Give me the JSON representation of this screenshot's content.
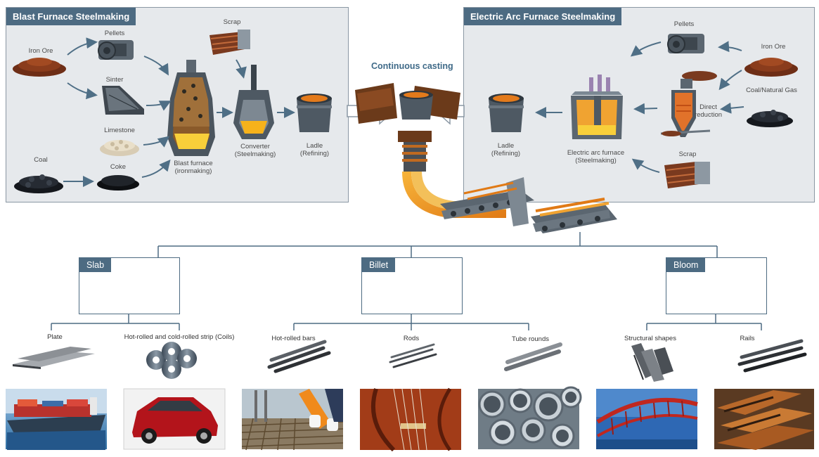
{
  "blast_furnace": {
    "title": "Blast Furnace Steelmaking",
    "iron_ore": "Iron Ore",
    "pellets": "Pellets",
    "sinter": "Sinter",
    "limestone": "Limestone",
    "coal": "Coal",
    "coke": "Coke",
    "scrap": "Scrap",
    "blast_furnace_line1": "Blast furnace",
    "blast_furnace_line2": "(ironmaking)",
    "converter_line1": "Converter",
    "converter_line2": "(Steelmaking)",
    "ladle_line1": "Ladle",
    "ladle_line2": "(Refining)"
  },
  "continuous_casting": {
    "title": "Continuous casting"
  },
  "electric_arc": {
    "title": "Electric Arc Furnace Steelmaking",
    "pellets": "Pellets",
    "iron_ore": "Iron Ore",
    "coal_gas": "Coal/Natural Gas",
    "direct_line1": "Direct",
    "direct_line2": "reduction",
    "scrap": "Scrap",
    "eaf_line1": "Electric arc furnace",
    "eaf_line2": "(Steelmaking)",
    "ladle_line1": "Ladle",
    "ladle_line2": "(Refining)"
  },
  "semi_products": {
    "slab": "Slab",
    "billet": "Billet",
    "bloom": "Bloom"
  },
  "end_products": {
    "plate": "Plate",
    "strip": "Hot-rolled and cold-rolled strip (Coils)",
    "bars": "Hot-rolled bars",
    "rods": "Rods",
    "tube": "Tube rounds",
    "structural": "Structural shapes",
    "rails": "Rails"
  },
  "colors": {
    "panel_bg": "#e6e9ec",
    "header": "#4d6b82",
    "arrow": "#4f6f86",
    "molten": "#f6b21b"
  }
}
